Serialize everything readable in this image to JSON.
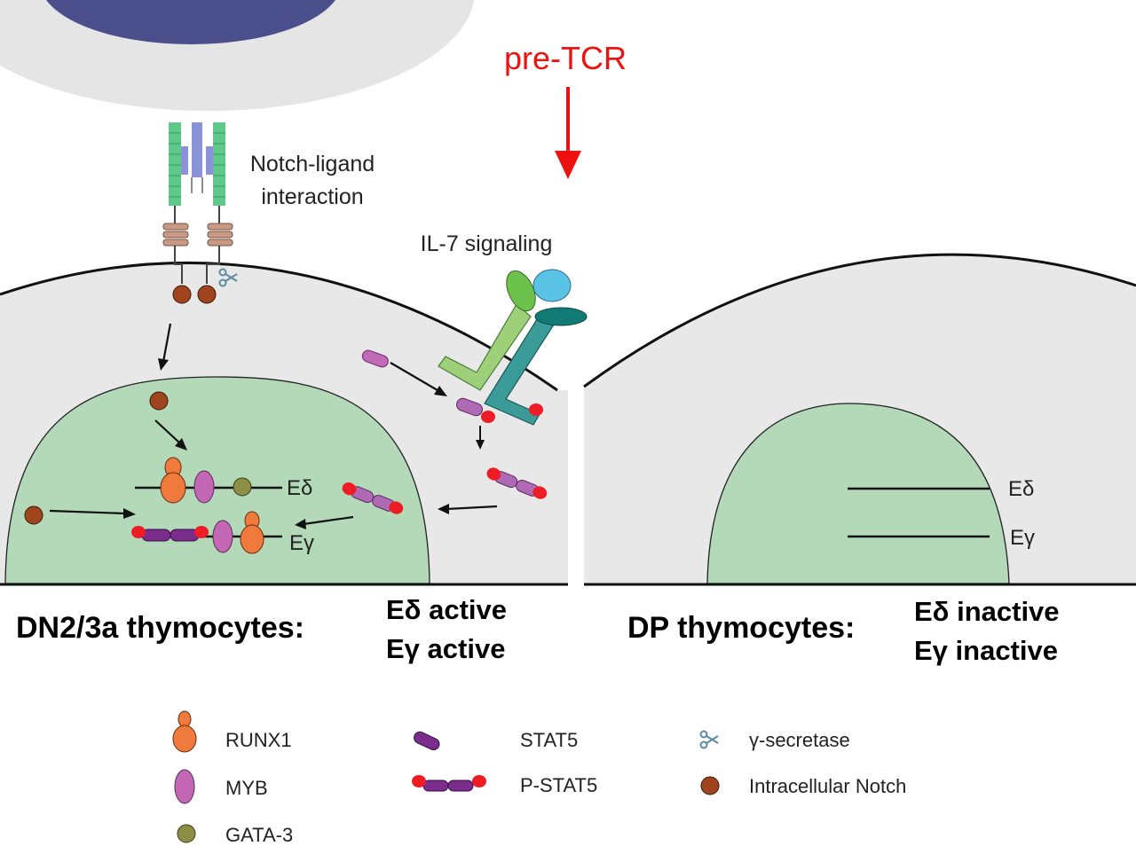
{
  "signals": {
    "pre_tcr": "pre-TCR",
    "notch_line1": "Notch-ligand",
    "notch_line2": "interaction",
    "il7": "IL-7 signaling"
  },
  "enhancers": {
    "e_delta": "Eδ",
    "e_gamma": "Eγ"
  },
  "left_cell": {
    "title": "DN2/3a thymocytes:",
    "state_line1": "Eδ active",
    "state_line2": "Eγ active"
  },
  "right_cell": {
    "title": "DP thymocytes:",
    "state_line1": "Eδ inactive",
    "state_line2": "Eγ inactive"
  },
  "legend": {
    "runx1": "RUNX1",
    "myb": "MYB",
    "gata3": "GATA-3",
    "stat5": "STAT5",
    "pstat5": "P-STAT5",
    "gamma_secretase": "γ-secretase",
    "intracellular_notch": "Intracellular Notch"
  },
  "colors": {
    "pre_tcr": "#ee1111",
    "nucleus_green": "#b3d9b9",
    "cytoplasm_gray": "#e8e8e8",
    "stromal_nucleus": "#4a4f8c",
    "runx1_orange": "#f07a3c",
    "myb_purple": "#c468b5",
    "gata3_olive": "#8c8f45",
    "stat5_purple": "#7a2d8a",
    "phospho_red": "#ee1c24",
    "notch_brown": "#a0441e",
    "receptor_green": "#5fc98a",
    "receptor_lightgreen": "#9ed07a",
    "receptor_teal": "#3a9b99",
    "receptor_cyan": "#5bc4e6"
  }
}
